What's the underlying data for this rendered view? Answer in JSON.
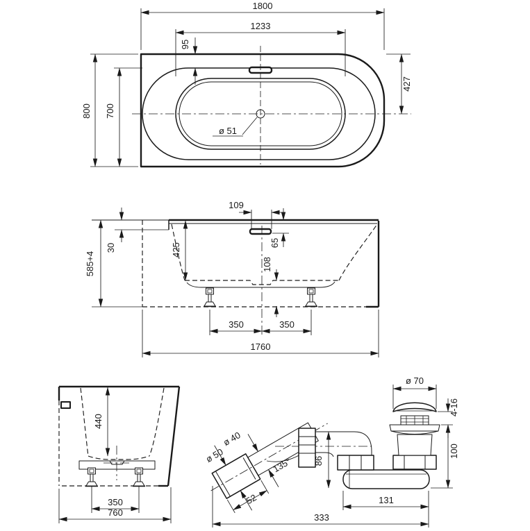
{
  "drawing": {
    "plan": {
      "overall_length": "1800",
      "basin_length": "1233",
      "rim_inset": "95",
      "overall_width": "800",
      "rim_width": "700",
      "center_offset": "427",
      "drain_diameter": "ø 51"
    },
    "front": {
      "overflow_width": "109",
      "rim_drop": "30",
      "inner_depth": "425",
      "overflow_depth": "65",
      "base_gap": "108",
      "overall_height": "585+4",
      "foot_left": "350",
      "foot_right": "350",
      "foot_span": "1760"
    },
    "side": {
      "inner_depth": "440",
      "foot_span": "350",
      "overall_width": "760"
    },
    "waste": {
      "cap_diameter": "ø 70",
      "adjust_range": "4-16",
      "drain_height": "100",
      "pipe_diameter": "ø 40",
      "socket_diameter": "ø 50",
      "angle": "135°",
      "socket_length": "52",
      "inlet_height": "86",
      "trap_length": "131",
      "overall_length": "333"
    },
    "colors": {
      "line": "#1a1a1a",
      "background": "#ffffff"
    }
  }
}
